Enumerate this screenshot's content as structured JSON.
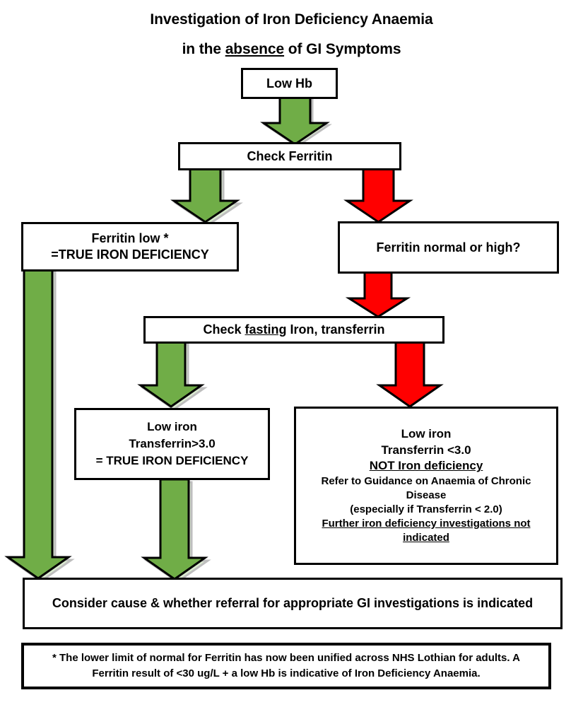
{
  "title": {
    "line1": "Investigation of Iron Deficiency Anaemia",
    "line2_before": "in the ",
    "line2_underlined": "absence",
    "line2_after": " of GI Symptoms"
  },
  "colors": {
    "green_arrow": "#70AD47",
    "red_arrow": "#FF0000",
    "box_border": "#000000",
    "box_fill": "#FFFFFF",
    "text": "#000000"
  },
  "nodes": {
    "low_hb": {
      "text": "Low Hb"
    },
    "check_ferritin": {
      "text": "Check Ferritin"
    },
    "ferritin_low": {
      "line1": "Ferritin low *",
      "line2": "=TRUE IRON DEFICIENCY"
    },
    "ferritin_normal_high": {
      "text": "Ferritin normal or high?"
    },
    "check_fasting": {
      "before": "Check ",
      "underlined": "fasting",
      "after": " Iron, transferrin"
    },
    "low_iron_high_transferrin": {
      "line1": "Low iron",
      "line2": "Transferrin>3.0",
      "line3": "= TRUE IRON DEFICIENCY"
    },
    "low_iron_low_transferrin": {
      "line1": "Low iron",
      "line2": "Transferrin <3.0",
      "line3": "NOT Iron deficiency",
      "line4": "Refer to Guidance on Anaemia of Chronic Disease",
      "line5": "(especially if Transferrin < 2.0)",
      "line6": "Further iron deficiency investigations not indicated"
    },
    "consider_cause": {
      "text": "Consider cause & whether referral for appropriate GI investigations is indicated"
    },
    "footnote": {
      "text": "* The lower limit of normal for Ferritin has now been unified across NHS Lothian for adults. A Ferritin result of <30 ug/L + a low Hb is indicative of Iron Deficiency Anaemia."
    }
  },
  "arrows": [
    {
      "id": "low-hb-to-check-ferritin",
      "color": "green",
      "from": "low_hb",
      "to": "check_ferritin"
    },
    {
      "id": "check-ferritin-to-ferritin-low",
      "color": "green",
      "from": "check_ferritin",
      "to": "ferritin_low"
    },
    {
      "id": "check-ferritin-to-ferritin-normal-high",
      "color": "red",
      "from": "check_ferritin",
      "to": "ferritin_normal_high"
    },
    {
      "id": "ferritin-normal-high-to-check-fasting",
      "color": "red",
      "from": "ferritin_normal_high",
      "to": "check_fasting"
    },
    {
      "id": "check-fasting-to-low-iron-high-transferrin",
      "color": "green",
      "from": "check_fasting",
      "to": "low_iron_high_transferrin"
    },
    {
      "id": "check-fasting-to-low-iron-low-transferrin",
      "color": "red",
      "from": "check_fasting",
      "to": "low_iron_low_transferrin"
    },
    {
      "id": "ferritin-low-to-consider-cause",
      "color": "green",
      "from": "ferritin_low",
      "to": "consider_cause"
    },
    {
      "id": "low-iron-high-transferrin-to-consider-cause",
      "color": "green",
      "from": "low_iron_high_transferrin",
      "to": "consider_cause"
    }
  ]
}
